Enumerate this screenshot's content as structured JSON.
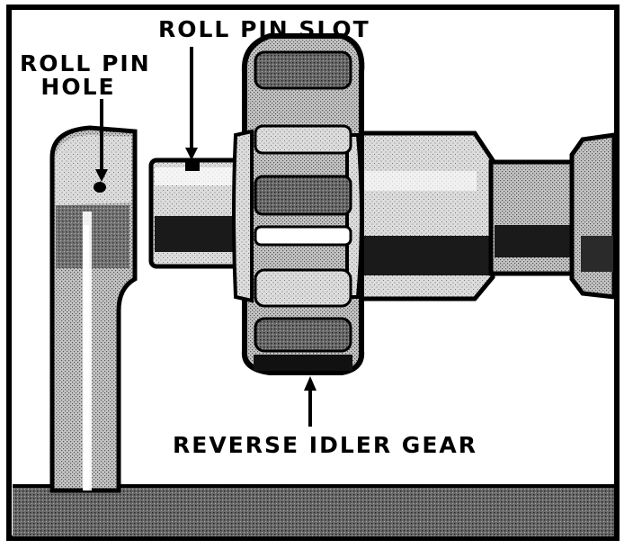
{
  "labels": {
    "roll_pin_hole_line1": "ROLL PIN",
    "roll_pin_hole_line2": "HOLE",
    "roll_pin_slot": "ROLL PIN SLOT",
    "reverse_idler_gear": "REVERSE IDLER GEAR"
  },
  "colors": {
    "ink": "#000000",
    "paper": "#ffffff",
    "shade": "#b8b8b8",
    "dark": "#1a1a1a"
  }
}
